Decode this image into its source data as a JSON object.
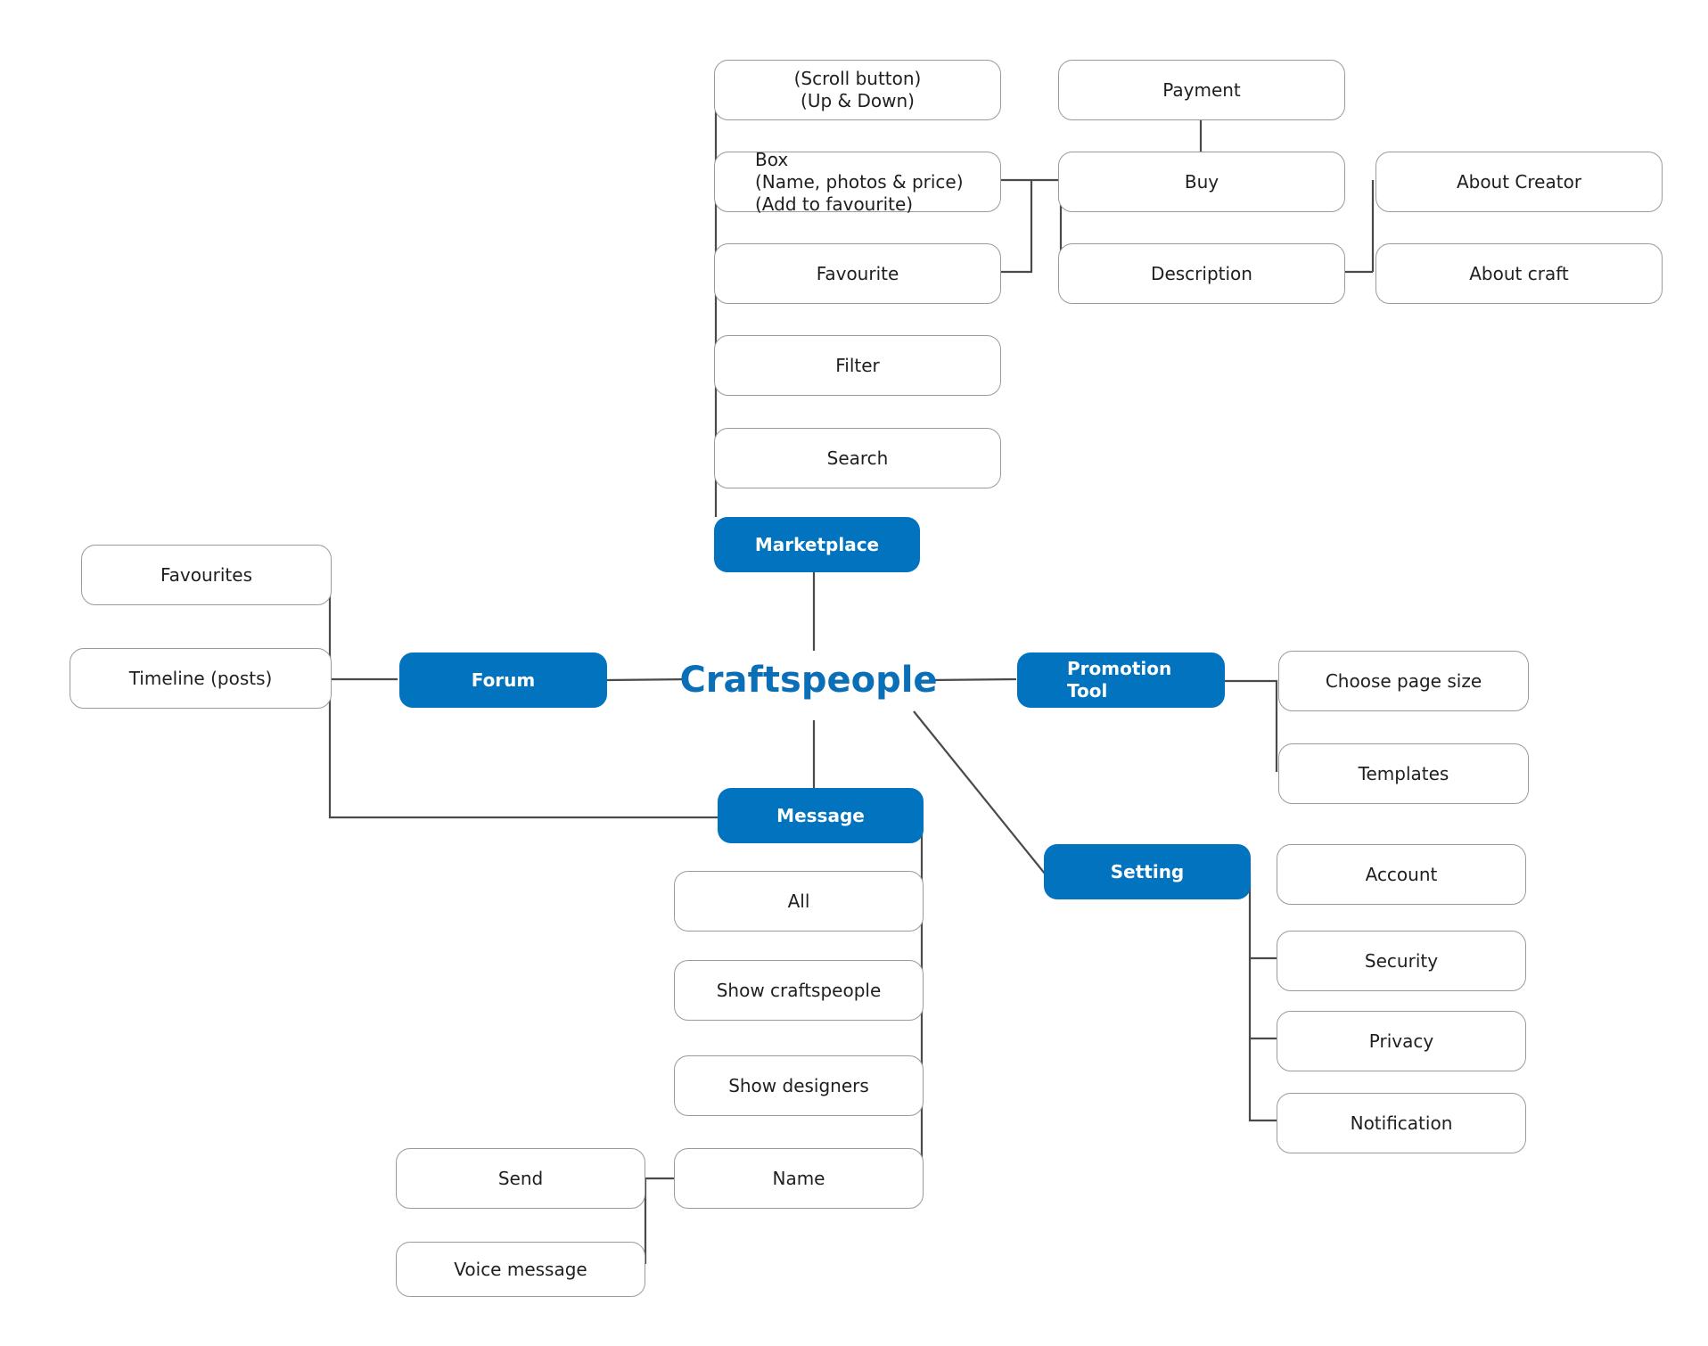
{
  "center": {
    "label": "Craftspeople",
    "color": "#0b6fb8"
  },
  "colors": {
    "branch_fill": "#0273be",
    "leaf_border": "#9a9a9a",
    "line": "#4a4a4a"
  },
  "marketplace": {
    "label": "Marketplace",
    "items": {
      "scroll_button": "(Scroll button)\n(Up & Down)",
      "box": "Box\n(Name, photos & price)\n(Add to favourite)",
      "favourite": "Favourite",
      "filter": "Filter",
      "search": "Search"
    },
    "product": {
      "payment": "Payment",
      "buy": "Buy",
      "description": "Description",
      "about_creator": "About Creator",
      "about_craft": "About craft"
    }
  },
  "forum": {
    "label": "Forum",
    "items": {
      "favourites": "Favourites",
      "timeline": "Timeline (posts)"
    }
  },
  "promotion": {
    "label": "Promotion\nTool",
    "items": {
      "page_size": "Choose page size",
      "templates": "Templates"
    }
  },
  "message": {
    "label": "Message",
    "items": {
      "all": "All",
      "show_craftspeople": "Show craftspeople",
      "show_designers": "Show designers",
      "name": "Name",
      "send": "Send",
      "voice_message": "Voice message"
    }
  },
  "setting": {
    "label": "Setting",
    "items": {
      "account": "Account",
      "security": "Security",
      "privacy": "Privacy",
      "notification": "Notification"
    }
  }
}
